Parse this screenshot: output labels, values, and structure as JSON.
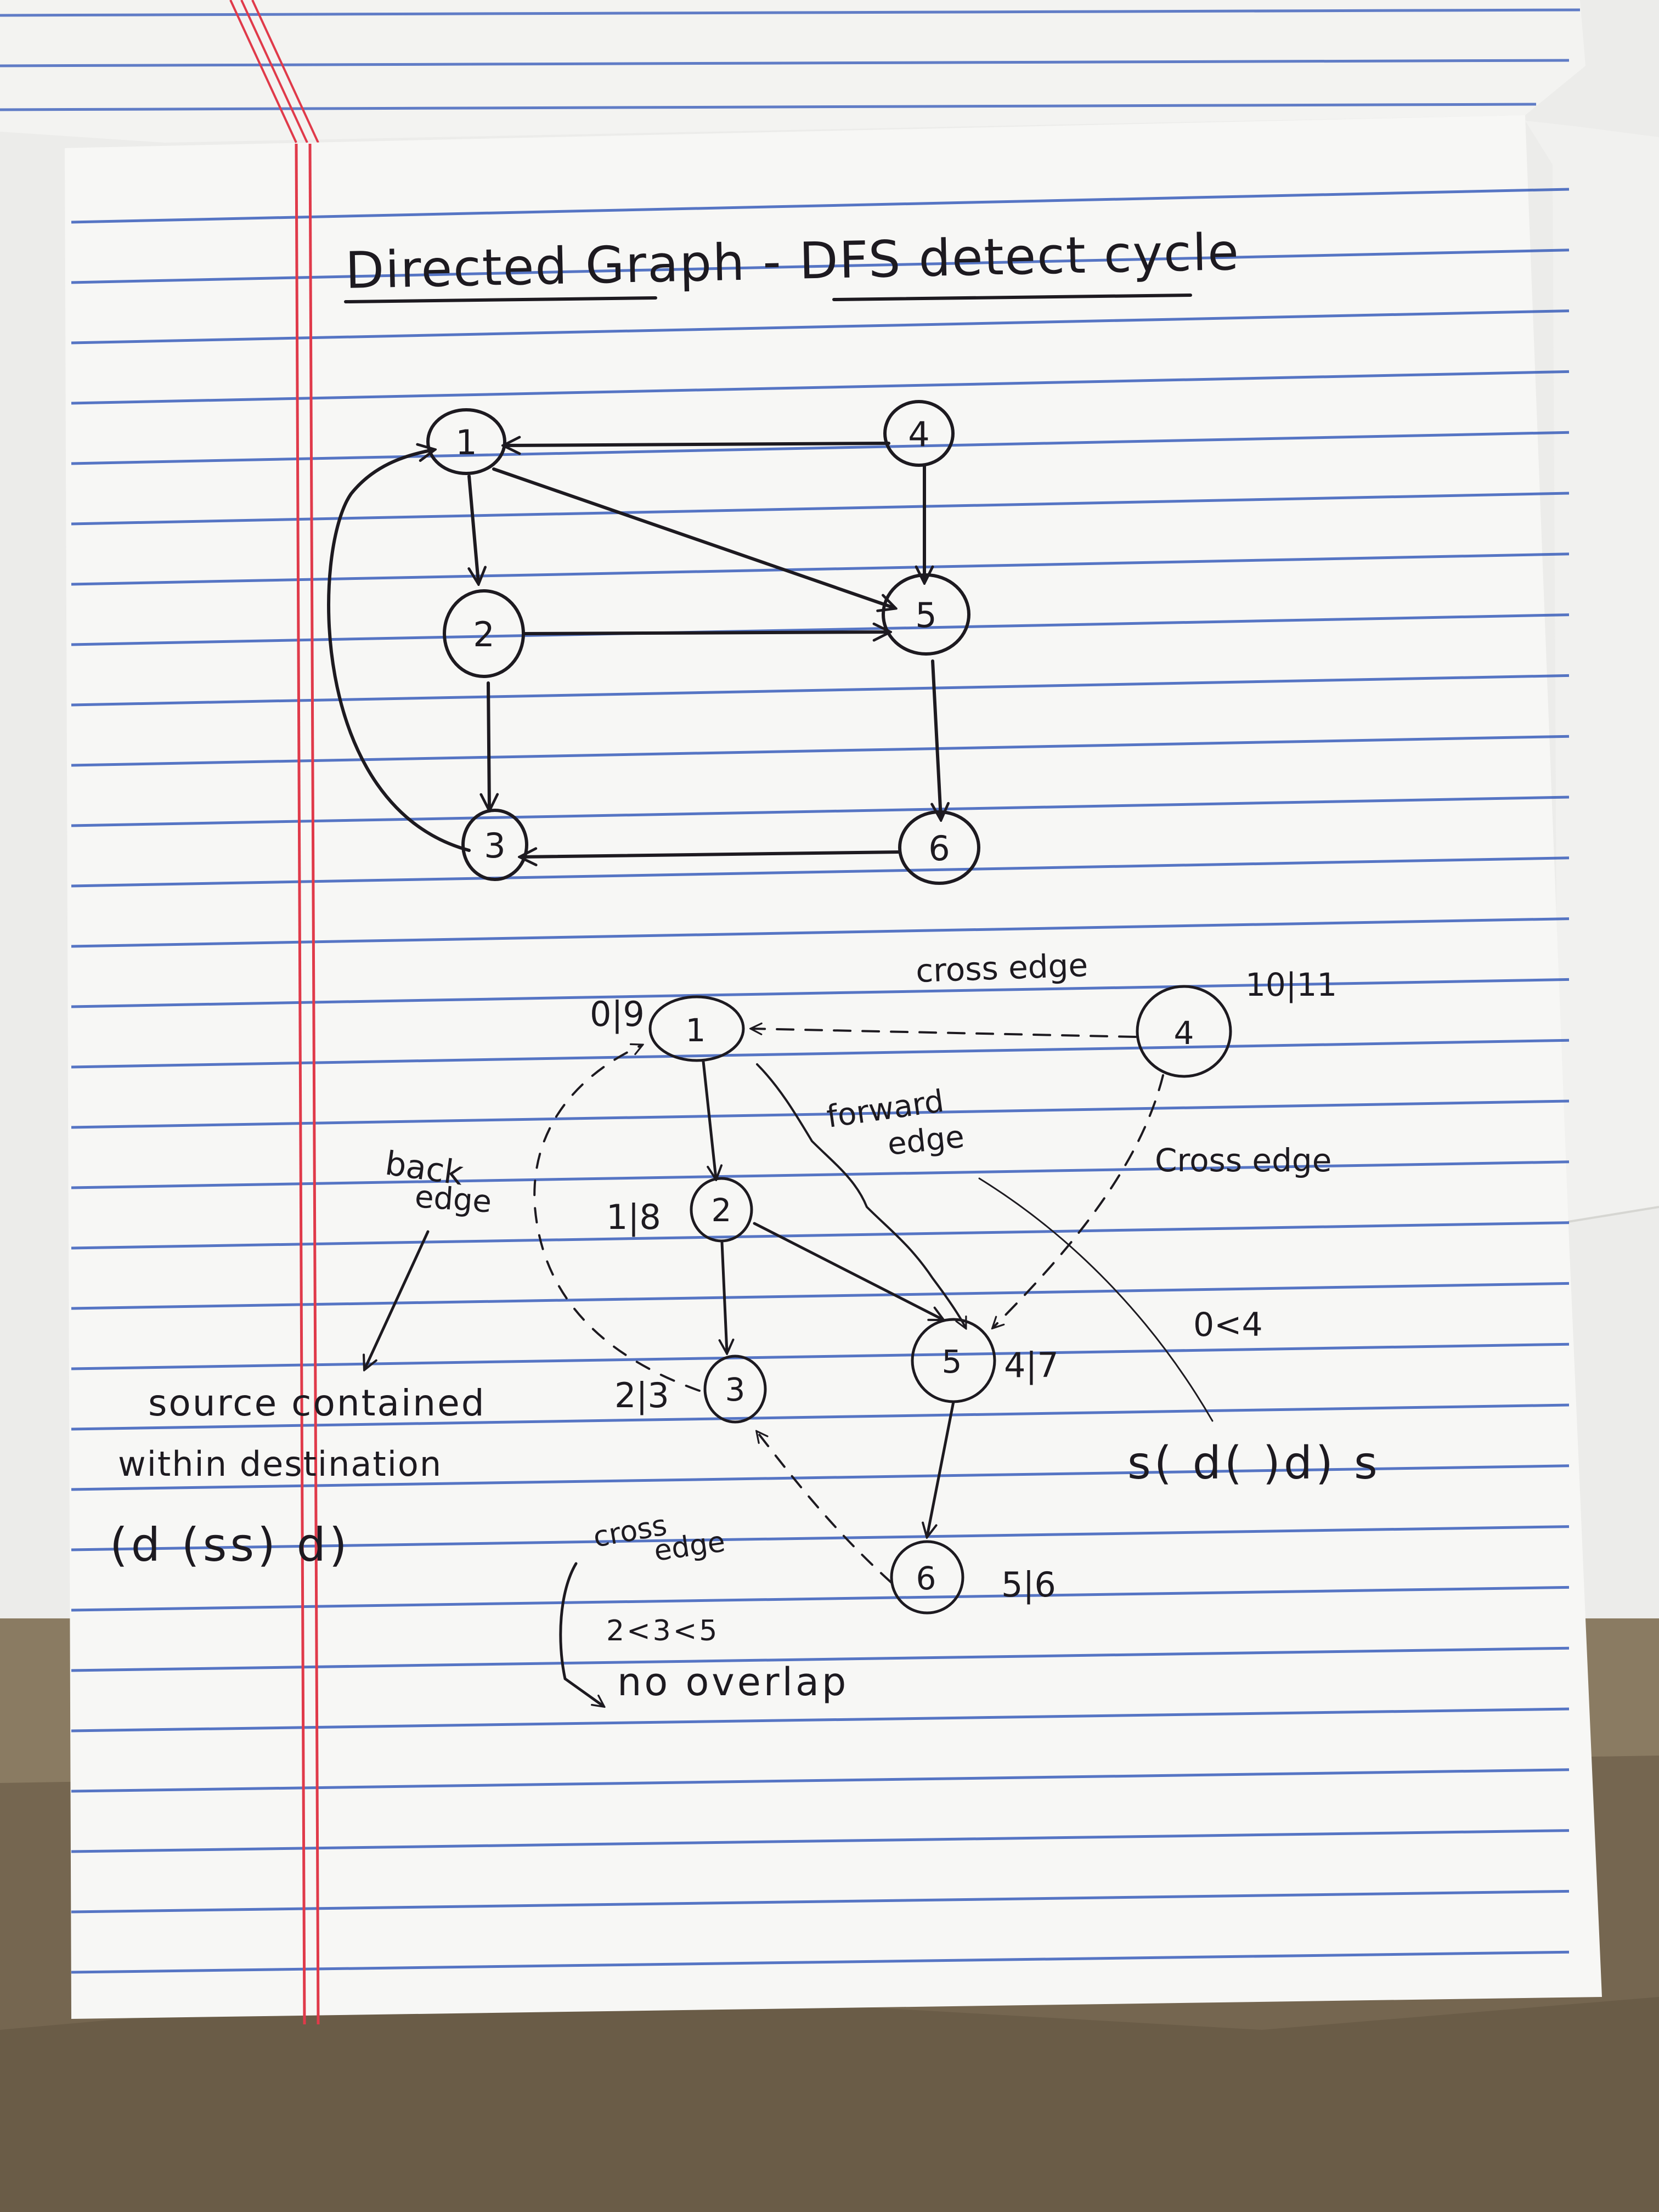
{
  "page": {
    "title": "Directed Graph - DFS detect cycle"
  },
  "graph1": {
    "nodes": [
      {
        "id": "1",
        "label": "1"
      },
      {
        "id": "2",
        "label": "2"
      },
      {
        "id": "3",
        "label": "3"
      },
      {
        "id": "4",
        "label": "4"
      },
      {
        "id": "5",
        "label": "5"
      },
      {
        "id": "6",
        "label": "6"
      }
    ],
    "edges": [
      {
        "from": "1",
        "to": "2"
      },
      {
        "from": "1",
        "to": "5"
      },
      {
        "from": "2",
        "to": "5"
      },
      {
        "from": "2",
        "to": "3"
      },
      {
        "from": "3",
        "to": "1"
      },
      {
        "from": "4",
        "to": "1"
      },
      {
        "from": "4",
        "to": "5"
      },
      {
        "from": "5",
        "to": "6"
      },
      {
        "from": "6",
        "to": "3"
      }
    ]
  },
  "graph2": {
    "nodes": [
      {
        "id": "1",
        "label": "1",
        "time": "0|9"
      },
      {
        "id": "2",
        "label": "2",
        "time": "1|8"
      },
      {
        "id": "3",
        "label": "3",
        "time": "2|3"
      },
      {
        "id": "4",
        "label": "4",
        "time": "10|11"
      },
      {
        "id": "5",
        "label": "5",
        "time": "4|7"
      },
      {
        "id": "6",
        "label": "6",
        "time": "5|6"
      }
    ],
    "edges": [
      {
        "from": "1",
        "to": "2",
        "kind": "tree"
      },
      {
        "from": "2",
        "to": "3",
        "kind": "tree"
      },
      {
        "from": "2",
        "to": "5",
        "kind": "tree"
      },
      {
        "from": "5",
        "to": "6",
        "kind": "tree"
      },
      {
        "from": "1",
        "to": "5",
        "kind": "forward"
      },
      {
        "from": "3",
        "to": "1",
        "kind": "back"
      },
      {
        "from": "4",
        "to": "1",
        "kind": "cross"
      },
      {
        "from": "4",
        "to": "5",
        "kind": "cross"
      },
      {
        "from": "6",
        "to": "3",
        "kind": "cross"
      }
    ],
    "edge_labels": {
      "cross_top": "cross edge",
      "forward_1": "forward",
      "forward_2": "edge",
      "cross_right": "Cross edge",
      "back_1": "back",
      "back_2": "edge",
      "cross_bottom_1": "cross",
      "cross_bottom_2": "edge"
    }
  },
  "notes": {
    "back_line1": "source contained",
    "back_line2": "within destination",
    "back_line3": "(d (ss) d)",
    "forward_cmp": "0<4",
    "forward_paren": "s( d( )d) s",
    "cross_cmp": "2<3<5",
    "cross_overlap": "no overlap"
  },
  "colors": {
    "paper": "#f7f7f5",
    "rule": "#2f55b8",
    "margin": "#e03a4a",
    "ink": "#1d1a20",
    "desk": "#8a7b62"
  }
}
